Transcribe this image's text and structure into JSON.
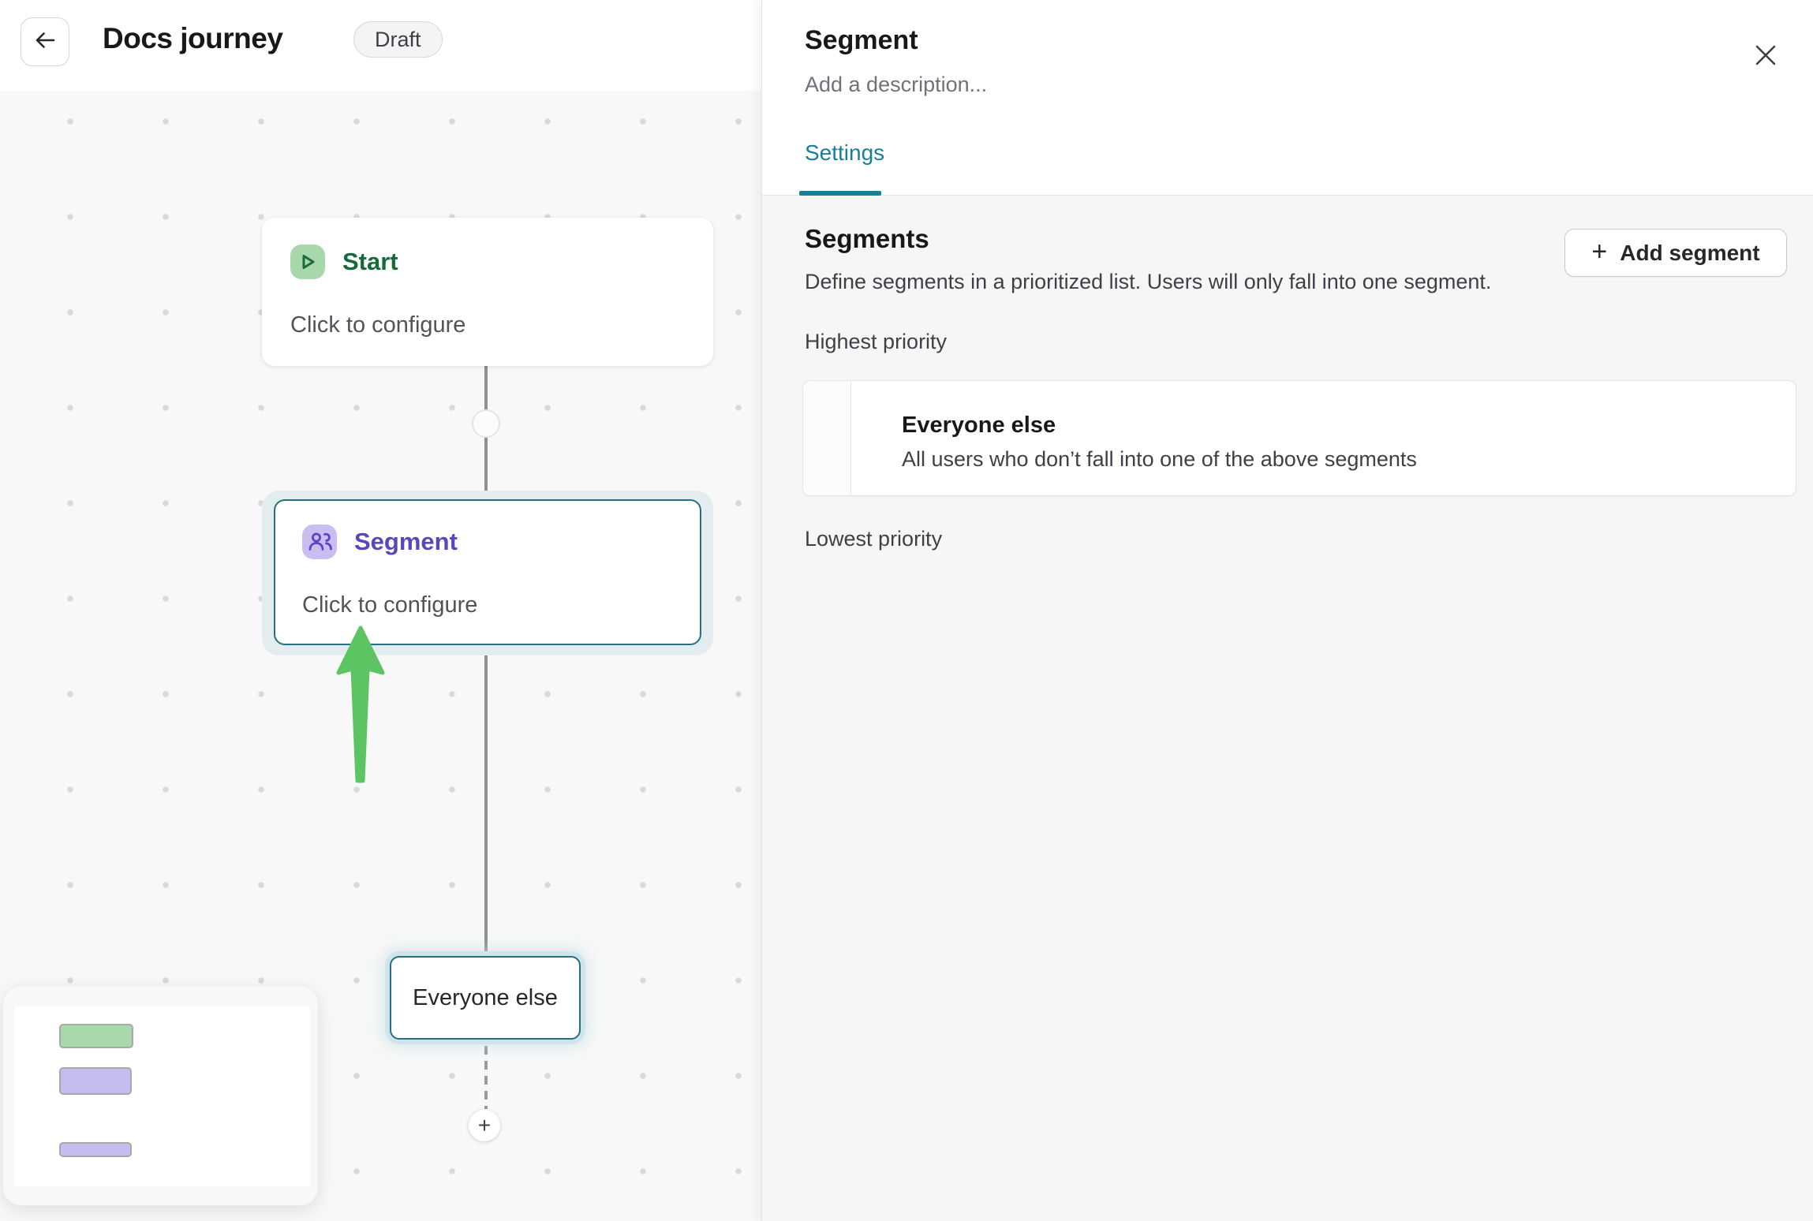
{
  "header": {
    "title": "Docs journey",
    "status_badge": "Draft"
  },
  "canvas": {
    "nodes": {
      "start": {
        "label": "Start",
        "sublabel": "Click to configure",
        "icon": "play-icon"
      },
      "segment": {
        "label": "Segment",
        "sublabel": "Click to configure",
        "icon": "people-icon",
        "selected": true
      },
      "everyone_else": {
        "label": "Everyone else"
      }
    },
    "add_node_label": "+"
  },
  "panel": {
    "title": "Segment",
    "description_placeholder": "Add a description...",
    "tabs": [
      {
        "label": "Settings",
        "active": true
      }
    ],
    "settings": {
      "heading": "Segments",
      "description": "Define segments in a prioritized list. Users will only fall into one segment.",
      "add_button_label": "Add segment",
      "add_button_plus": "+",
      "highest_priority_label": "Highest priority",
      "lowest_priority_label": "Lowest priority",
      "segments": [
        {
          "title": "Everyone else",
          "subtitle": "All users who don’t fall into one of the above segments"
        }
      ]
    }
  },
  "colors": {
    "tab_teal": "#1b7e98",
    "node_border_teal": "#23707f",
    "segment_purple_text": "#5748bb",
    "segment_purple_bg": "#c9bdf2",
    "start_green_text": "#17693a",
    "start_green_bg": "#a7d7ab",
    "arrow_green": "#5dc464",
    "canvas_bg": "#f8f8f8",
    "panel_body_bg": "#f6f6f6"
  }
}
